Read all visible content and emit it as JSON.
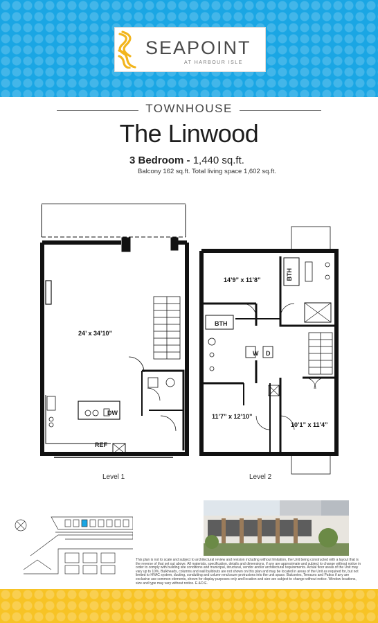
{
  "brand": {
    "name": "SEAPOINT",
    "subtitle": "AT HARBOUR ISLE",
    "colors": {
      "top_band": "#1aa6e4",
      "bottom_band": "#f7c325",
      "logo_mark": "#f2b51d"
    }
  },
  "listing": {
    "type": "TOWNHOUSE",
    "model": "The Linwood",
    "bedrooms": "3 Bedroom -",
    "area": "1,440 sq.ft.",
    "details": "Balcony 162 sq.ft. Total living space 1,602 sq.ft."
  },
  "level1": {
    "label": "Level 1",
    "rooms": [
      {
        "dims": "24’ x 34’10”"
      }
    ],
    "fixtures": {
      "dishwasher": "DW",
      "fridge": "REF"
    }
  },
  "level2": {
    "label": "Level 2",
    "rooms": [
      {
        "dims": "14’9” x 11’8”"
      },
      {
        "dims": "11’7” x 12’10”"
      },
      {
        "dims": "10’1” x 11’4”"
      }
    ],
    "fixtures": {
      "bath_a": "BTH",
      "bath_b": "BTH",
      "washer": "W",
      "dryer": "D"
    }
  },
  "disclaimer": "This plan is not to scale and subject to architectural review and revision including without limitation, the Unit being constructed with a layout that is the reverse of that set out above. All materials, specification, details and dimensions, if any are approximate and subject to change without notice in order to comply with building site conditions and municipal, structural, vendor and/or architectural requirements. Actual floor areas of the Unit may vary up to 10%. Bulkheads, columns and wall buildouts are not shown on this plan and may be located in areas of the Unit as required for, but not limited to HVAC system, ducting, conduiting and column enclosure protrusions into the unit space. Balconies, Terraces and Patios if any are exclusive use common elements, shown for display purposes only and location and size are subject to change without notice. Window locations, size and type may vary without notice. E.&O.E."
}
